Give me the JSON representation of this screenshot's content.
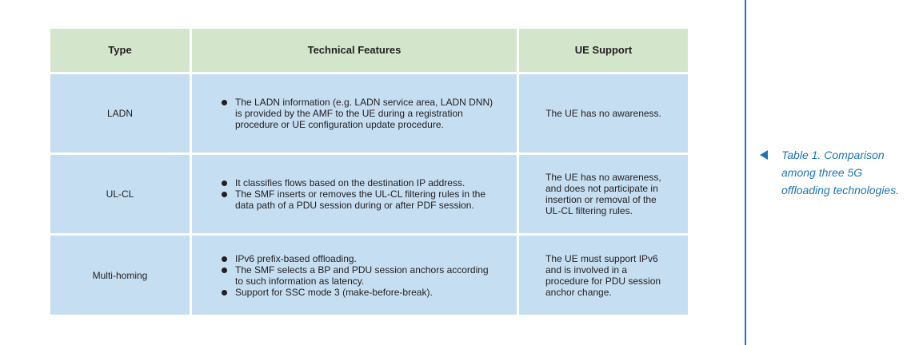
{
  "table": {
    "headers": {
      "type": "Type",
      "features": "Technical Features",
      "support": "UE Support"
    },
    "rows": [
      {
        "type": "LADN",
        "features": [
          "The LADN information (e.g. LADN service area, LADN DNN) is provided by the AMF to the UE during a registration procedure or UE configuration update procedure."
        ],
        "support": "The UE has no awareness."
      },
      {
        "type": "UL-CL",
        "features": [
          "It classifies flows based on the destination IP address.",
          "The SMF inserts or removes the UL-CL filtering rules in the data path of a PDU session during or after PDF session."
        ],
        "support": "The UE has no awareness, and does not participate in insertion or removal of the UL-CL filtering rules."
      },
      {
        "type": "Multi-homing",
        "features": [
          "IPv6 prefix-based offloading.",
          "The SMF selects a BP and PDU session anchors according to such information as latency.",
          "Support for SSC mode 3 (make-before-break)."
        ],
        "support": "The UE must support IPv6 and is involved in a procedure for PDU session anchor change."
      }
    ]
  },
  "caption": {
    "text": "Table 1. Comparison among three 5G offloading technologies."
  },
  "colors": {
    "header_bg": "#d3e6cc",
    "body_bg": "#c5def1",
    "accent": "#1d76bb"
  }
}
